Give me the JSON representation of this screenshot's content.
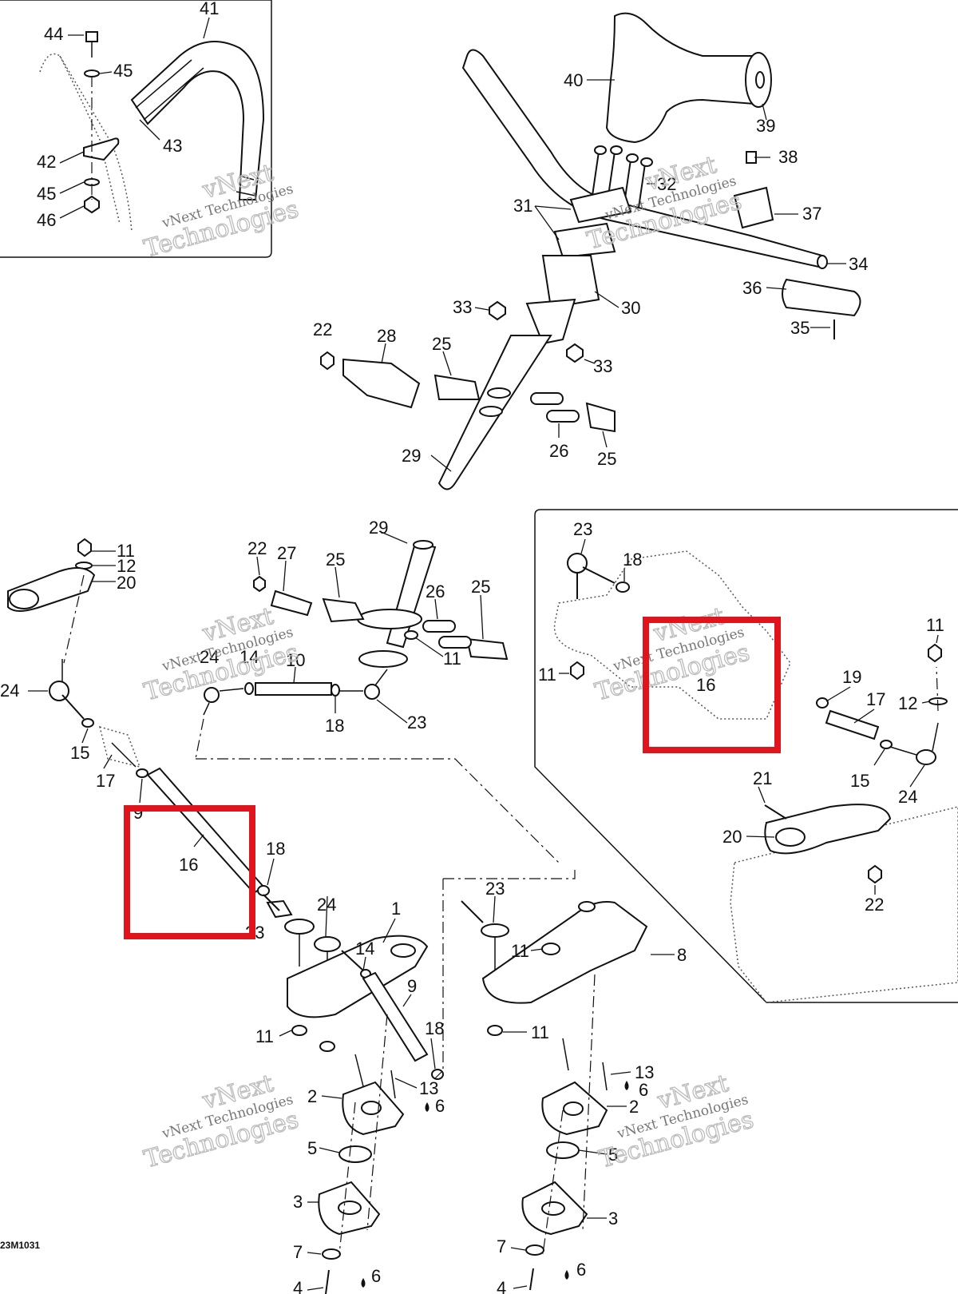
{
  "diagram_code": "23M1031",
  "watermark": {
    "line1": "vNext Technologies",
    "line2": "vNext",
    "line3": "Technologies"
  },
  "highlight_color": "#e0141c",
  "callouts": {
    "c41": "41",
    "c44": "44",
    "c45a": "45",
    "c45b": "45",
    "c42": "42",
    "c43": "43",
    "c46": "46",
    "c40": "40",
    "c39": "39",
    "c38": "38",
    "c32": "32",
    "c31": "31",
    "c37": "37",
    "c34": "34",
    "c36": "36",
    "c30": "30",
    "c33a": "33",
    "c33b": "33",
    "c35": "35",
    "c22a": "22",
    "c28": "28",
    "c25a": "25",
    "c26a": "26",
    "c25b": "25",
    "c29a": "29",
    "c29b": "29",
    "c22b": "22",
    "c27": "27",
    "c25c": "25",
    "c26b": "26",
    "c25d": "25",
    "c11a": "11",
    "c24a": "24",
    "c14a": "14",
    "c10": "10",
    "c18a": "18",
    "c23a": "23",
    "c11b": "11",
    "c12a": "12",
    "c20a": "20",
    "c24b": "24",
    "c15a": "15",
    "c17a": "17",
    "c9a": "9",
    "c16": "16",
    "c18b": "18",
    "c23b": "23",
    "c24c": "24",
    "c1": "1",
    "c14b": "14",
    "c9b": "9",
    "c11c": "11",
    "c18c": "18",
    "c13a": "13",
    "c6a": "6",
    "c2a": "2",
    "c5a": "5",
    "c3a": "3",
    "c7a": "7",
    "c4a": "4",
    "c6b": "6",
    "c23c": "23",
    "c11d": "11",
    "c8": "8",
    "c11e": "11",
    "c13b": "13",
    "c6c": "6",
    "c2b": "2",
    "c5b": "5",
    "c3b": "3",
    "c7b": "7",
    "c4b": "4",
    "c6d": "6",
    "c23d": "23",
    "c18d": "18",
    "c11f": "11",
    "c16b": "16",
    "c11g": "11",
    "c19": "19",
    "c17b": "17",
    "c12b": "12",
    "c15b": "15",
    "c24d": "24",
    "c21": "21",
    "c20b": "20",
    "c22c": "22"
  }
}
